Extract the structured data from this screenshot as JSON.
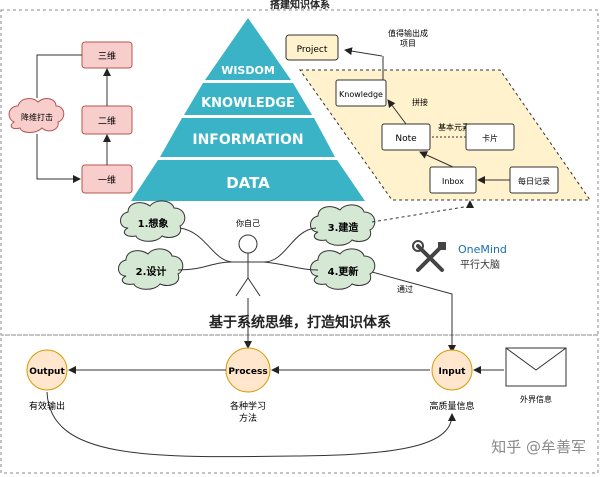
{
  "title": "搭建知识体系",
  "ladder": {
    "attack_label": "降维打击",
    "levels": [
      "三维",
      "二维",
      "一维"
    ]
  },
  "pyramid": {
    "levels": [
      "WISDOM",
      "KNOWLEDGE",
      "INFORMATION",
      "DATA"
    ]
  },
  "pkm": {
    "project": "Project",
    "project_note": [
      "值得输出成",
      "项目"
    ],
    "knowledge": "Knowledge",
    "join_label": "拼接",
    "note": "Note",
    "basic_element": "基本元素",
    "card": "卡片",
    "inbox": "Inbox",
    "daily_record": "每日记录"
  },
  "person": {
    "label": "你自己",
    "actions": [
      "1.想象",
      "2.设计",
      "3.建造",
      "4.更新"
    ]
  },
  "onemind": {
    "name": "OneMind",
    "subtitle": "平行大脑"
  },
  "pass_label": "通过",
  "slogan": "基于系统思维，打造知识体系",
  "flow": {
    "output": {
      "name": "Output",
      "desc": "有效输出"
    },
    "process": {
      "name": "Process",
      "desc": [
        "各种学习",
        "方法"
      ]
    },
    "input": {
      "name": "Input",
      "desc": "高质量信息"
    },
    "external": "外界信息"
  },
  "watermark": "知乎 @牟善军",
  "colors": {
    "pyramid": "#3ab3c6",
    "cloud": "#d5e8d4",
    "cloud_stroke": "#82b366",
    "red_box": "#f8cecc",
    "red_stroke": "#b85450",
    "cream": "#fff2cc",
    "flow_circle": "#ffe6cc",
    "flow_stroke": "#d79b00"
  }
}
